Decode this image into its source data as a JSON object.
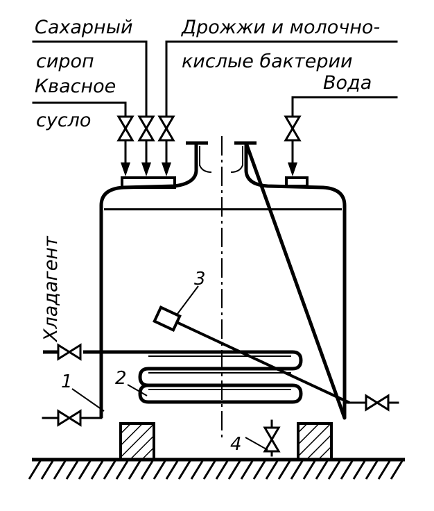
{
  "labels": {
    "sugar_syrup_line1": "Сахарный",
    "sugar_syrup_line2": "сироп",
    "kvass_wort_line1": "Квасное",
    "kvass_wort_line2": "сусло",
    "yeast_line1": "Дрожжи и молочно-",
    "yeast_line2": "кислые бактерии",
    "water": "Вода",
    "coolant": "Хладагент"
  },
  "callouts": {
    "n1": "1",
    "n2": "2",
    "n3": "3",
    "n4": "4"
  }
}
